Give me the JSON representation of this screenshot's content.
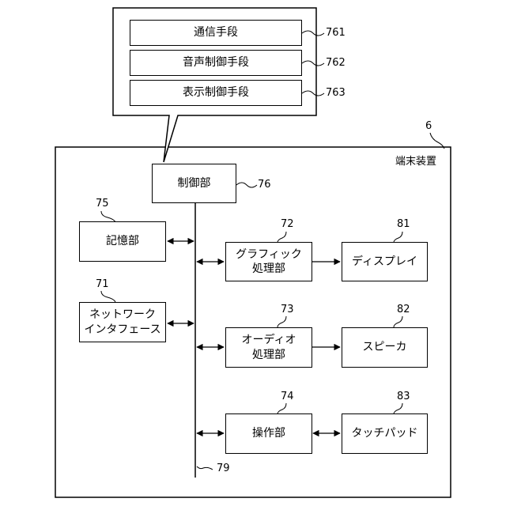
{
  "device": {
    "ref": "6",
    "title": "端末装置"
  },
  "callout": {
    "items": [
      {
        "label": "通信手段",
        "ref": "761"
      },
      {
        "label": "音声制御手段",
        "ref": "762"
      },
      {
        "label": "表示制御手段",
        "ref": "763"
      }
    ]
  },
  "controller": {
    "label": "制御部",
    "ref": "76"
  },
  "bus": {
    "ref": "79"
  },
  "storage": {
    "label": "記憶部",
    "ref": "75"
  },
  "network": {
    "label": "ネットワーク\nインタフェース",
    "ref": "71"
  },
  "graphics": {
    "label": "グラフィック\n処理部",
    "ref": "72"
  },
  "audio": {
    "label": "オーディオ\n処理部",
    "ref": "73"
  },
  "operation": {
    "label": "操作部",
    "ref": "74"
  },
  "display": {
    "label": "ディスプレイ",
    "ref": "81"
  },
  "speaker": {
    "label": "スピーカ",
    "ref": "82"
  },
  "touchpad": {
    "label": "タッチパッド",
    "ref": "83"
  }
}
